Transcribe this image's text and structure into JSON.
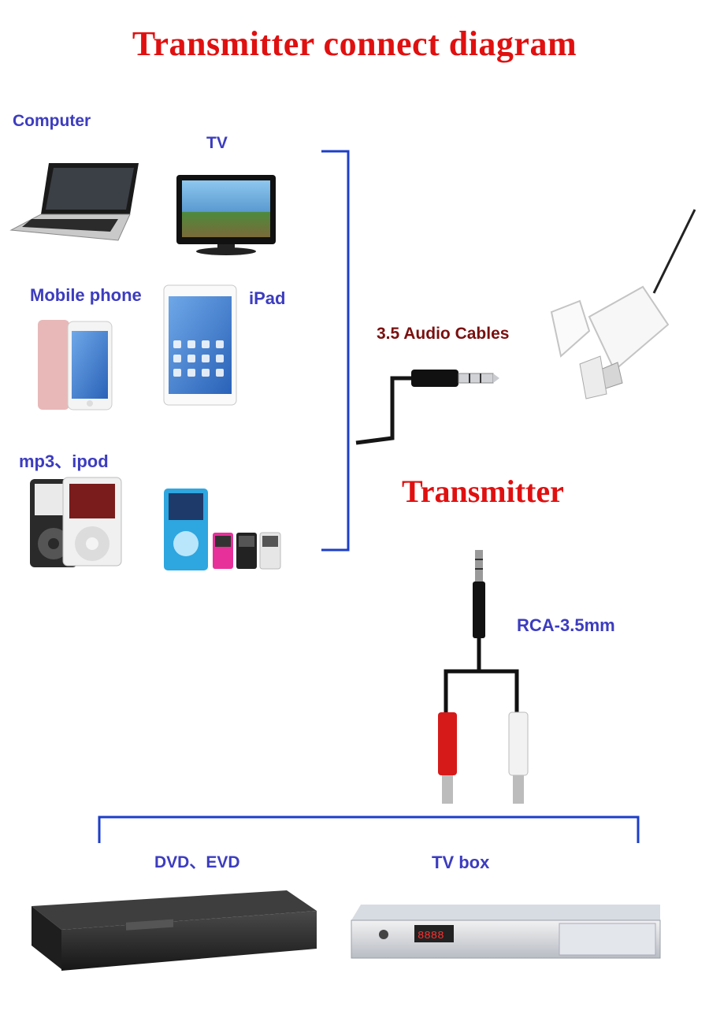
{
  "title": "Transmitter connect diagram",
  "sources": {
    "computer": "Computer",
    "tv": "TV",
    "mobile_phone": "Mobile phone",
    "ipad": "iPad",
    "mp3_ipod": "mp3、ipod"
  },
  "cables": {
    "audio_cables": "3.5 Audio Cables",
    "rca": "RCA-3.5mm"
  },
  "transmitter": "Transmitter",
  "devices": {
    "dvd": "DVD、EVD",
    "tv_box": "TV  box"
  },
  "colors": {
    "title": "#e01010",
    "labels": "#3c3cc0",
    "cable_label": "#7a1010",
    "bracket": "#1c3ec8"
  }
}
